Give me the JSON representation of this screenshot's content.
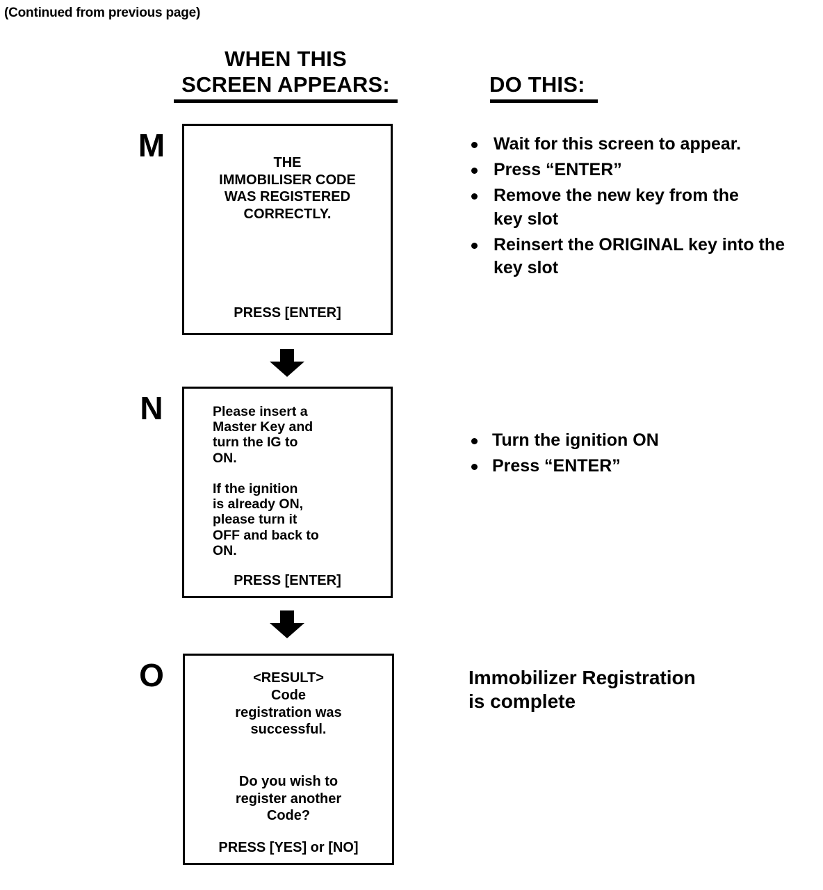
{
  "continued_note": "(Continued from previous page)",
  "headers": {
    "left": "WHEN THIS\nSCREEN APPEARS:",
    "right": "DO THIS:"
  },
  "steps": [
    {
      "letter": "M",
      "screen_text": "THE\nIMMOBILISER CODE\nWAS REGISTERED\nCORRECTLY.",
      "screen_prompt": "PRESS [ENTER]",
      "actions": [
        "Wait for this screen to appear.",
        "Press “ENTER”",
        "Remove the new key from the key slot",
        "Reinsert the ORIGINAL key into the key slot"
      ]
    },
    {
      "letter": "N",
      "screen_text": "Please insert a\nMaster Key and\nturn the IG to\nON.\n\nIf the ignition\nis already ON,\nplease turn it\nOFF and back to\nON.",
      "screen_prompt": "PRESS [ENTER]",
      "actions": [
        "Turn the ignition ON",
        "Press “ENTER”"
      ]
    },
    {
      "letter": "O",
      "screen_text": "<RESULT>\nCode\nregistration was\nsuccessful.\n\n\nDo you wish to\nregister another\nCode?",
      "screen_prompt": "PRESS [YES] or [NO]",
      "result": "Immobilizer Registration\nis complete"
    }
  ],
  "arrow_icon": "down-arrow-icon"
}
